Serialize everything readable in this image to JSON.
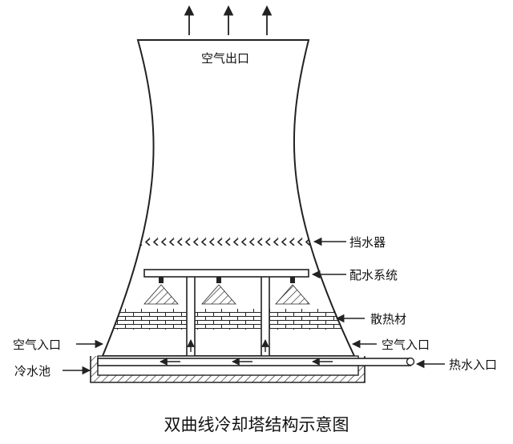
{
  "labels": {
    "air_outlet": "空气出口",
    "drift_eliminator": "挡水器",
    "water_distribution": "配水系统",
    "fill_material": "散热材",
    "air_inlet_left": "空气入口",
    "air_inlet_right": "空气入口",
    "hot_water_inlet": "热水入口",
    "cold_water_basin": "冷水池"
  },
  "caption": "双曲线冷却塔结构示意图"
}
